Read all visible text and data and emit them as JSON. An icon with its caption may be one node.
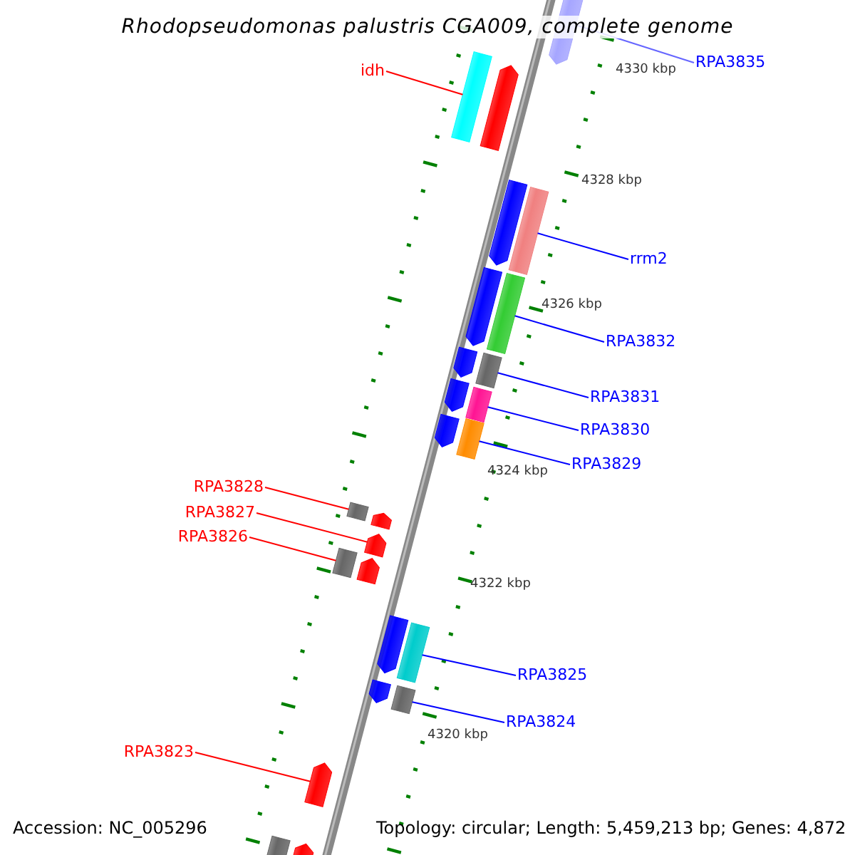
{
  "diagram": {
    "title": "Rhodopseudomonas palustris CGA009, complete genome",
    "nodes": [
      {
        "text": [],
        "shape": "bar"
      },
      {
        "text": [
          "idh"
        ]
      },
      {
        "text": [
          "RPA3835"
        ]
      },
      {
        "text": [],
        "shape": "bar"
      },
      {
        "text": [],
        "shape": "bar"
      },
      {
        "text": [],
        "shape": "bar"
      },
      {
        "text": [],
        "shape": "bar"
      },
      {
        "text": [
          "rrm2"
        ]
      },
      {
        "text": [],
        "shape": "bar"
      },
      {
        "text": [],
        "shape": "bar"
      },
      {
        "text": [
          "RPA3832"
        ]
      },
      {
        "text": [],
        "shape": "bar"
      },
      {
        "text": [],
        "shape": "bar"
      },
      {
        "text": [
          "RPA3831"
        ]
      },
      {
        "text": [],
        "shape": "bar"
      },
      {
        "text": [],
        "shape": "bar"
      },
      {
        "text": [
          "RPA3830"
        ]
      },
      {
        "text": [],
        "shape": "bar"
      },
      {
        "text": [],
        "shape": "bar"
      },
      {
        "text": [
          "RPA3829"
        ]
      },
      {
        "text": [
          "RPA3828"
        ]
      },
      {
        "text": [],
        "shape": "bar"
      },
      {
        "text": [],
        "shape": "bar"
      },
      {
        "text": [
          "RPA3827"
        ]
      },
      {
        "text": [],
        "shape": "bar"
      },
      {
        "text": [
          "RPA3826"
        ]
      },
      {
        "text": [],
        "shape": "bar"
      },
      {
        "text": [],
        "shape": "bar"
      },
      {
        "text": [],
        "shape": "bar"
      },
      {
        "text": [],
        "shape": "bar"
      },
      {
        "text": [
          "RPA3825"
        ]
      },
      {
        "text": [],
        "shape": "bar"
      },
      {
        "text": [],
        "shape": "bar"
      },
      {
        "text": [
          "RPA3824"
        ]
      },
      {
        "text": [
          "RPA3823"
        ]
      },
      {
        "text": [],
        "shape": "bar"
      },
      {
        "text": [],
        "shape": "bar"
      },
      {
        "text": [],
        "shape": "bar"
      }
    ],
    "edges": [
      {
        "from": 1,
        "to": 3,
        "arrow": "none",
        "color": "#ff0000"
      },
      {
        "from": 2,
        "to": 0,
        "arrow": "none"
      },
      {
        "from": 7,
        "to": 6,
        "arrow": "none"
      },
      {
        "from": 10,
        "to": 9,
        "arrow": "none"
      },
      {
        "from": 13,
        "to": 12,
        "arrow": "none"
      },
      {
        "from": 16,
        "to": 15,
        "arrow": "none"
      },
      {
        "from": 19,
        "to": 18,
        "arrow": "none"
      },
      {
        "from": 20,
        "to": 21,
        "arrow": "none",
        "color": "#ff0000"
      },
      {
        "from": 23,
        "to": 24,
        "arrow": "none",
        "color": "#ff0000"
      },
      {
        "from": 25,
        "to": 26,
        "arrow": "none",
        "color": "#ff0000"
      },
      {
        "from": 30,
        "to": 29,
        "arrow": "none"
      },
      {
        "from": 33,
        "to": 32,
        "arrow": "none"
      },
      {
        "from": 34,
        "to": 35,
        "arrow": "none",
        "color": "#ff0000"
      }
    ],
    "labels": [
      "4330 kbp",
      "4328 kbp",
      "4326 kbp",
      "4324 kbp",
      "4322 kbp",
      "4320 kbp",
      "Accession: NC_005296",
      "Topology: circular; Length: 5,459,213 bp; Genes: 4,872"
    ]
  }
}
